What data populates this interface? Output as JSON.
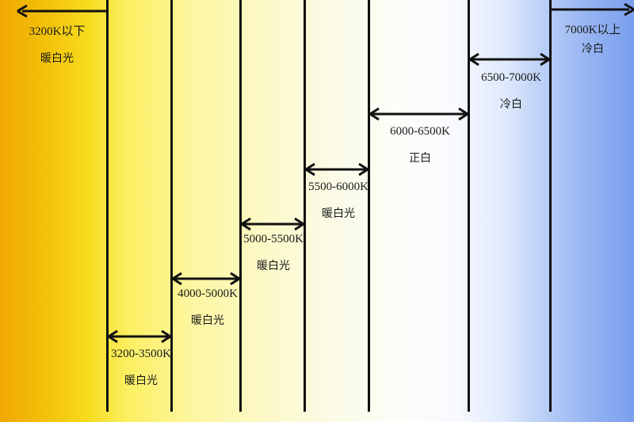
{
  "diagram": {
    "type": "color-temperature-scale",
    "gradient_colors": [
      "#f0a800",
      "#f6dc20",
      "#fdf6a0",
      "#fdfdf8",
      "#dde8fb",
      "#7a9fee"
    ],
    "divider_color": "#111111",
    "ranges": [
      {
        "range": "3200K以下",
        "type": "暖白光"
      },
      {
        "range": "3200-3500K",
        "type": "暖白光"
      },
      {
        "range": "4000-5000K",
        "type": "暖白光"
      },
      {
        "range": "5000-5500K",
        "type": "暖白光"
      },
      {
        "range": "5500-6000K",
        "type": "暖白光"
      },
      {
        "range": "6000-6500K",
        "type": "正白"
      },
      {
        "range": "6500-7000K",
        "type": "冷白"
      },
      {
        "range": "7000K以上",
        "type": "冷白"
      }
    ]
  }
}
